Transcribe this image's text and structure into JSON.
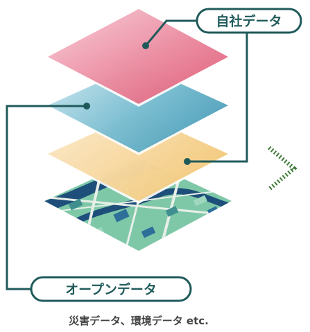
{
  "labels": {
    "own_data": "自社データ",
    "open_data": "オープンデータ",
    "caption": "災害データ、環境データ etc."
  },
  "colors": {
    "connector": "#1f5a5a",
    "chevron": "#3d7a35",
    "layer_own": "#e0546e",
    "layer_open_blue": "#4fa8c0",
    "layer_open_yellow": "#f0c470",
    "map_base": "#7ec8a8",
    "map_road": "#1e4f7a"
  },
  "icons": {
    "next": "chevron-right-icon"
  }
}
